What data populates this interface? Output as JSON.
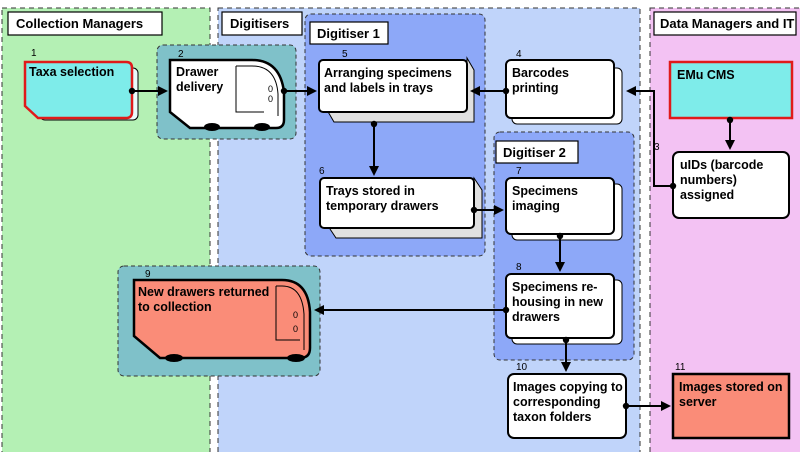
{
  "lanes": {
    "collection_managers": "Collection Managers",
    "digitisers": "Digitisers",
    "data_managers": "Data Managers and IT"
  },
  "groups": {
    "digitiser1": "Digitiser 1",
    "digitiser2": "Digitiser 2"
  },
  "steps": {
    "s1": {
      "num": "1",
      "line1": "Taxa selection"
    },
    "s2": {
      "num": "2",
      "line1": "Drawer",
      "line2": "delivery"
    },
    "s3": {
      "num": "3",
      "line1": "uIDs (barcode",
      "line2": "numbers)",
      "line3": "assigned"
    },
    "s4": {
      "num": "4",
      "line1": "Barcodes",
      "line2": "printing"
    },
    "s5": {
      "num": "5",
      "line1": "Arranging specimens",
      "line2": "and labels in trays"
    },
    "s6": {
      "num": "6",
      "line1": "Trays stored in",
      "line2": "temporary drawers"
    },
    "s7": {
      "num": "7",
      "line1": "Specimens",
      "line2": "imaging"
    },
    "s8": {
      "num": "8",
      "line1": "Specimens re-",
      "line2": "housing in new",
      "line3": "drawers"
    },
    "s9": {
      "num": "9",
      "line1": "New drawers returned",
      "line2": "to collection"
    },
    "s10": {
      "num": "10",
      "line1": "Images copying to",
      "line2": "corresponding",
      "line3": "taxon folders"
    },
    "s11": {
      "num": "11",
      "line1": "Images stored on",
      "line2": "server"
    },
    "emu": {
      "line1": "EMu CMS"
    }
  },
  "drawer_mark": "0",
  "colors": {
    "collection_lane": "#b4f0b4",
    "digitisers_lane": "#c0d4fa",
    "data_lane": "#f3c2f3",
    "digitiser_group": "#8da8f8",
    "drawer_group": "#7fc1c9",
    "highlight_fill": "#fa8c78",
    "cyan_fill": "#7eecea",
    "red_border": "#e01a1a"
  }
}
